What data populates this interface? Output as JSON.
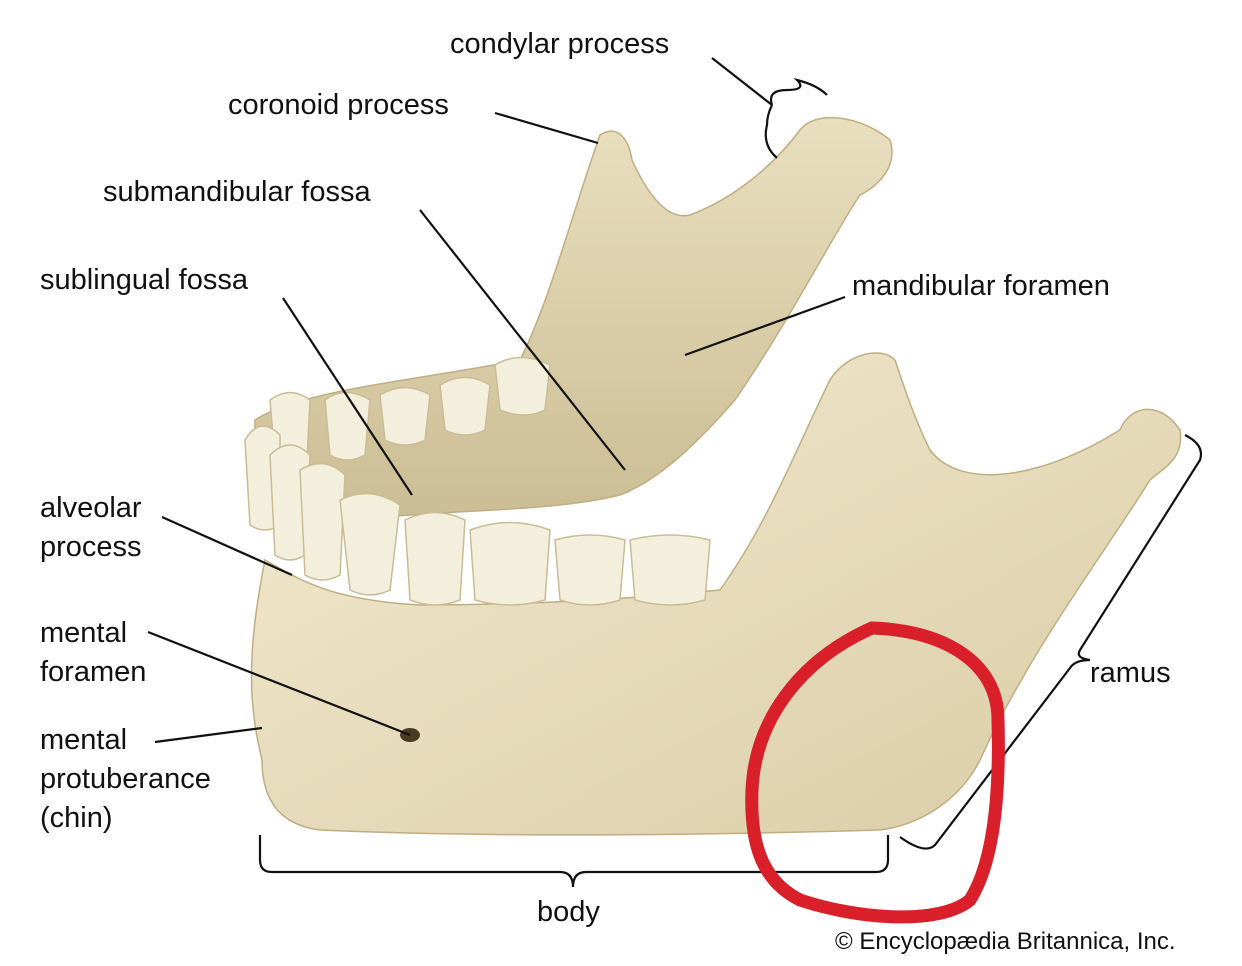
{
  "labels": {
    "condylar": "condylar process",
    "coronoid": "coronoid process",
    "submandibular": "submandibular fossa",
    "sublingual": "sublingual fossa",
    "mandibular_foramen": "mandibular foramen",
    "alveolar": [
      "alveolar",
      "process"
    ],
    "mental_foramen": [
      "mental",
      "foramen"
    ],
    "mental_protuberance": [
      "mental",
      "protuberance",
      "(chin)"
    ],
    "ramus": "ramus",
    "body": "body"
  },
  "credit": "© Encyclopædia Britannica, Inc.",
  "colors": {
    "bone": "#ece2c4",
    "bone_shadow": "#cfc29c",
    "tooth": "#f4eedc",
    "annotation": "#d9202a"
  }
}
